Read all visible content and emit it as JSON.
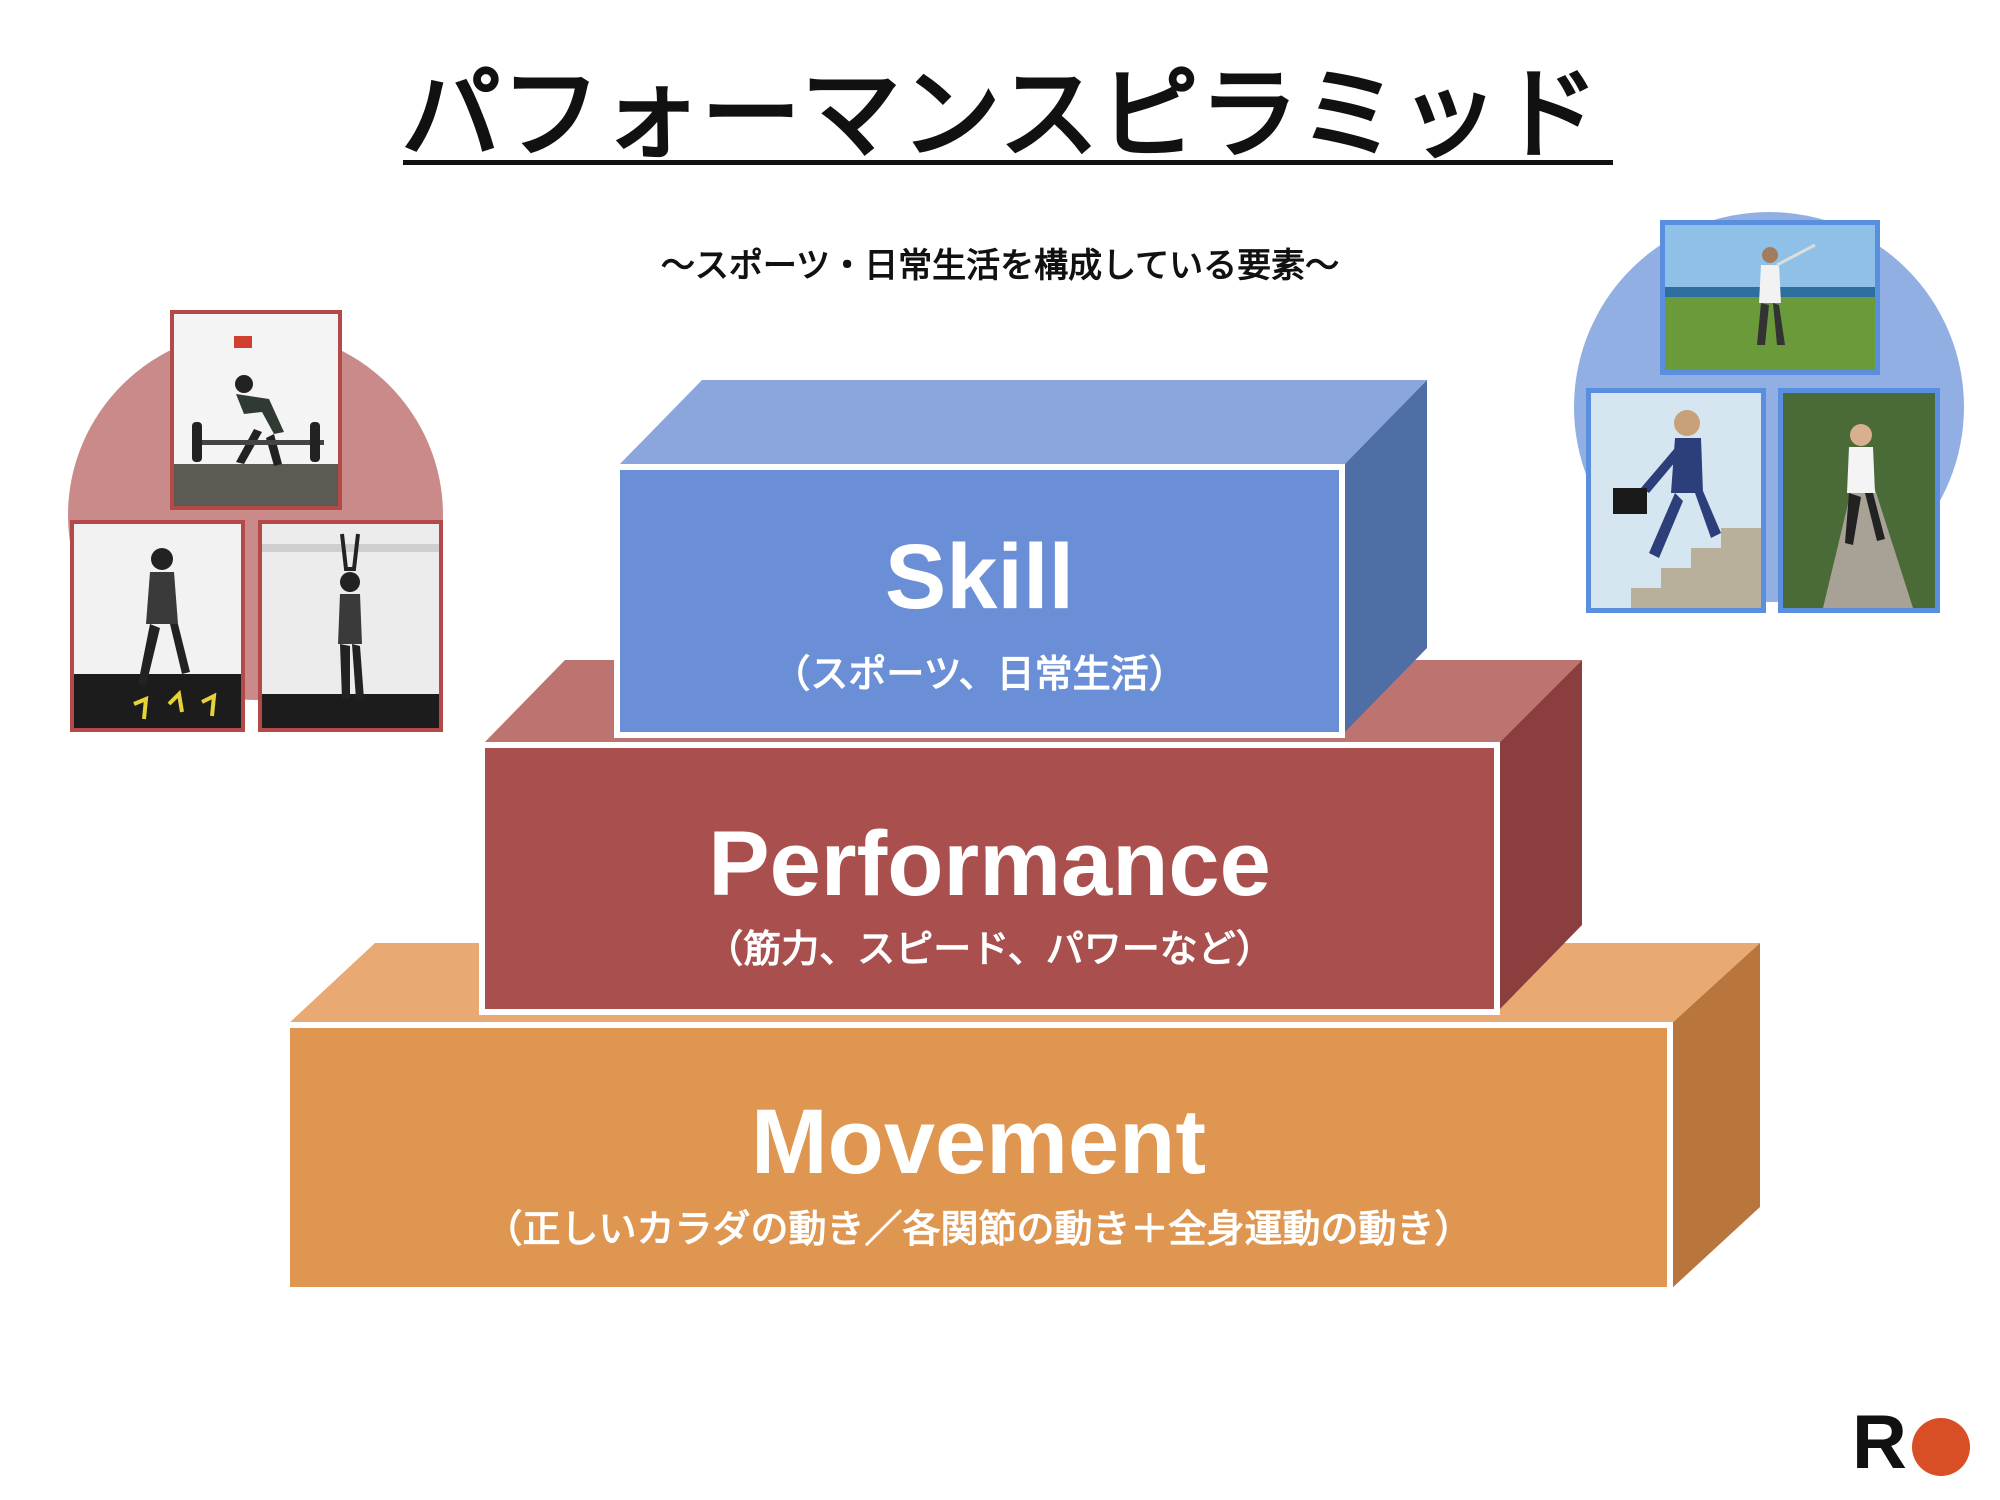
{
  "title": "パフォーマンスピラミッド",
  "subtitle": "〜スポーツ・日常生活を構成している要素〜",
  "tiers": {
    "skill": {
      "label": "Skill",
      "description": "（スポーツ、日常生活）"
    },
    "performance": {
      "label": "Performance",
      "description": "（筋力、スピード、パワーなど）"
    },
    "movement": {
      "label": "Movement",
      "description": "（正しいカラダの動き／各関節の動き＋全身運動の動き）"
    }
  },
  "colors": {
    "skill": "#6b8fd6",
    "performance": "#a9504e",
    "movement": "#df9650",
    "logo_dot": "#d94f25",
    "left_circle": "#c98a89",
    "right_circle": "#91afe3"
  },
  "photos": {
    "left": [
      "deadlift-photo",
      "hurdle-drill-photo",
      "jump-photo"
    ],
    "right": [
      "golf-photo",
      "businessman-stairs-photo",
      "runner-photo"
    ]
  },
  "logo": {
    "letter": "R"
  }
}
